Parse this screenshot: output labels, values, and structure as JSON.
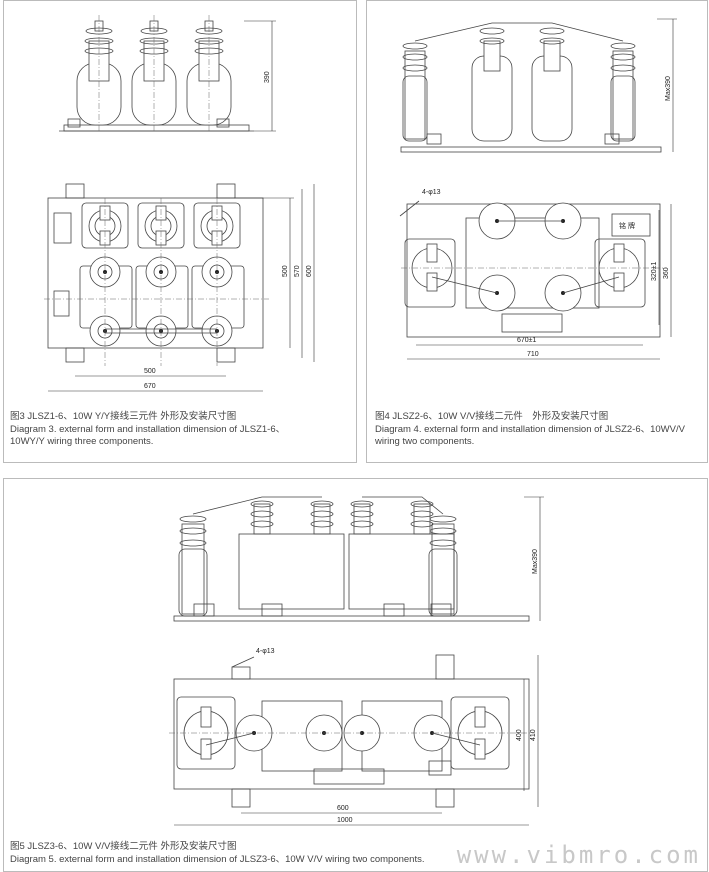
{
  "diagram3": {
    "dims": {
      "height": "390",
      "inner_height": "500",
      "mount_height": "570",
      "total_height": "600",
      "mount_width": "500",
      "total_width": "670"
    },
    "caption_cn": "图3 JLSZ1-6、10W Y/Y接线三元件 外形及安装尺寸图",
    "caption_en_1": "Diagram 3. external form and installation dimension of JLSZ1-6、",
    "caption_en_2": "10WY/Y wiring three components."
  },
  "diagram4": {
    "dims": {
      "height": "Max390",
      "holes": "4-φ13",
      "mount_height": "320±1",
      "total_height": "360",
      "mount_width": "670±1",
      "total_width": "710"
    },
    "nameplate": "铭 牌",
    "caption_cn": "图4 JLSZ2-6、10W V/V接线二元件　外形及安装尺寸图",
    "caption_en_1": "Diagram 4.  external form and installation dimension of JLSZ2-6、10WV/V",
    "caption_en_2": "wiring two components."
  },
  "diagram5": {
    "dims": {
      "height": "Max390",
      "holes": "4-φ13",
      "mount_height": "400",
      "total_height": "410",
      "mount_width": "600",
      "total_width": "1000"
    },
    "caption_cn": "图5 JLSZ3-6、10W V/V接线二元件 外形及安装尺寸图",
    "caption_en": "Diagram 5.  external form and installation dimension of JLSZ3-6、10W  V/V wiring two components."
  },
  "watermark": "www.vibmro.com"
}
